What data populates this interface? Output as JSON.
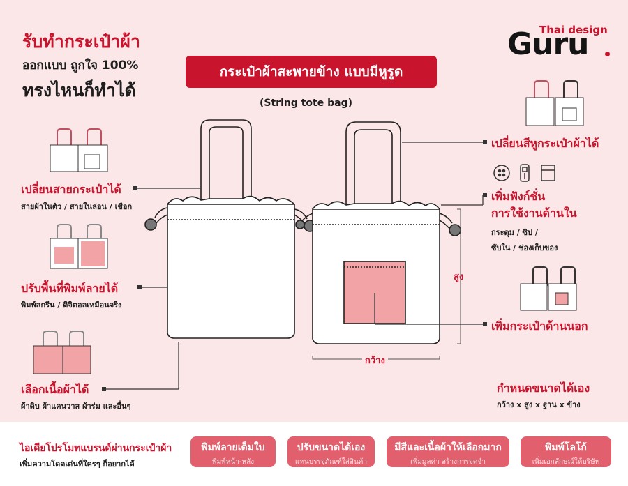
{
  "header": {
    "line1": "รับทำกระเป๋าผ้า",
    "line2": "ออกแบบ ถูกใจ 100%",
    "line3": "ทรงไหนก็ทำได้"
  },
  "logo": {
    "small": "Thai design",
    "big": "Guru"
  },
  "title": "กระเป๋าผ้าสะพายข้าง แบบมีหูรูด",
  "subtitle": "(String tote bag)",
  "features_left": [
    {
      "title": "เปลี่ยนสายกระเป๋าได้",
      "sub": "สายผ้าในตัว / สายในล่อน / เชือก"
    },
    {
      "title": "ปรับพื้นที่พิมพ์ลายได้",
      "sub": "พิมพ์สกรีน / ดิจิตอลเหมือนจริง"
    },
    {
      "title": "เลือกเนื้อผ้าได้",
      "sub": "ผ้าดิบ ผ้าแคนวาส ผ้าร่ม และอื่นๆ"
    }
  ],
  "features_right": [
    {
      "title": "เปลี่ยนสีหูกระเป๋าผ้าได้"
    },
    {
      "title": "เพิ่มฟังก์ชั่น",
      "title2": "การใช้งานด้านใน",
      "sub": "กระดุม / ซิป /",
      "sub2": "ซับใน / ช่องเก็บของ"
    },
    {
      "title": "เพิ่มกระเป๋าด้านนอก"
    },
    {
      "title": "กำหนดขนาดได้เอง",
      "sub": "กว้าง x สูง x ฐาน x ข้าง"
    }
  ],
  "dimensions": {
    "height": "สูง",
    "width": "กว้าง"
  },
  "bottom": {
    "line1": "ไอเดียโปรโมทแบรนด์ผ่านกระเป๋าผ้า",
    "line2": "เพิ่มความโดดเด่นที่ใครๆ ก็อยากได้",
    "pills": [
      {
        "title": "พิมพ์ลายเต็มใบ",
        "sub": "พิมพ์หน้า-หลัง"
      },
      {
        "title": "ปรับขนาดได้เอง",
        "sub": "แทนบรรจุภัณฑ์ใส่สินค้า"
      },
      {
        "title": "มีสีและเนื้อผ้าให้เลือกมาก",
        "sub": "เพิ่มมูลค่า สร้างการจดจำ"
      },
      {
        "title": "พิมพ์โลโก้",
        "sub": "เพิ่มเอกลักษณ์ให้บริษัท"
      }
    ]
  },
  "colors": {
    "brand_red": "#c8142d",
    "pink_fill": "#f2a3a5",
    "background": "#fbe7e8"
  }
}
